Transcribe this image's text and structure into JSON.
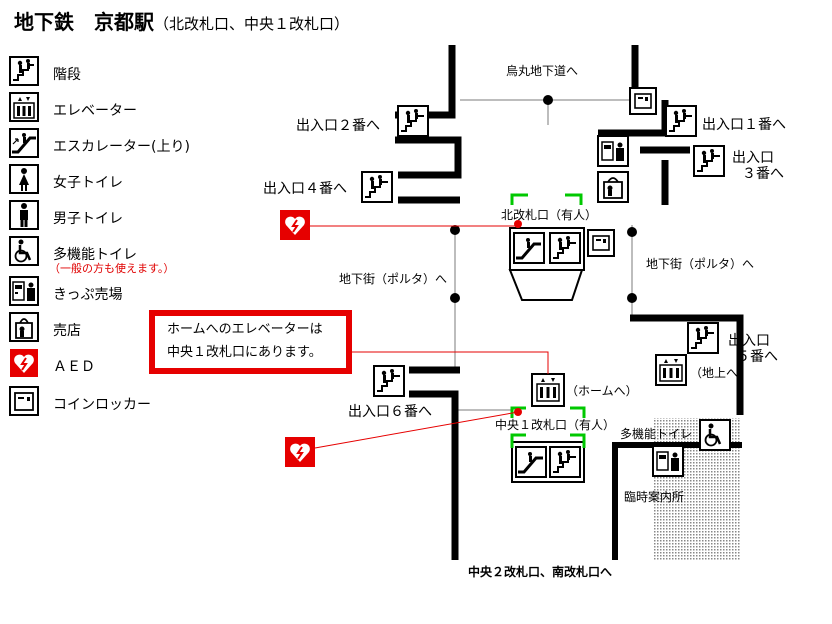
{
  "title": {
    "main": "地下鉄　京都駅",
    "gates": "（北改札口、中央１改札口）"
  },
  "legend": [
    {
      "icon": "stairs-icon",
      "label": "階段"
    },
    {
      "icon": "elevator-icon",
      "label": "エレベーター"
    },
    {
      "icon": "escalator-icon",
      "label": "エスカレーター(上り)"
    },
    {
      "icon": "womens-toilet-icon",
      "label": "女子トイレ"
    },
    {
      "icon": "mens-toilet-icon",
      "label": "男子トイレ"
    },
    {
      "icon": "accessible-toilet-icon",
      "label": "多機能トイレ",
      "note": "（一般の方も使えます。）"
    },
    {
      "icon": "ticket-machine-icon",
      "label": "きっぷ売場"
    },
    {
      "icon": "shop-icon",
      "label": "売店"
    },
    {
      "icon": "aed-icon",
      "label": "ＡＥＤ"
    },
    {
      "icon": "coin-locker-icon",
      "label": "コインロッカー"
    }
  ],
  "map": {
    "to_karasuma": "烏丸地下道へ",
    "exit_2": "出入口２番へ",
    "exit_1": "出入口１番へ",
    "exit_3_line1": "出入口",
    "exit_3_line2": "３番へ",
    "exit_4": "出入口４番へ",
    "north_gate": "北改札口（有人）",
    "porta_left": "地下街（ポルタ）へ",
    "porta_right": "地下街（ポルタ）へ",
    "exit_5_line1": "出入口",
    "exit_5_line2": "５番へ",
    "to_ground": "（地上へ）",
    "to_platform": "（ホームへ）",
    "exit_6": "出入口６番へ",
    "central_gate_1": "中央１改札口（有人）",
    "accessible_toilet": "多機能トイレ",
    "info_center": "臨時案内所",
    "to_central_south": "中央２改札口、南改札口へ"
  },
  "notice": {
    "line1": "ホームへのエレベーターは",
    "line2": "中央１改札口にあります。"
  },
  "colors": {
    "accent_red": "#e60000",
    "gate_green": "#00c800",
    "route_gray": "#bdbdbd"
  }
}
